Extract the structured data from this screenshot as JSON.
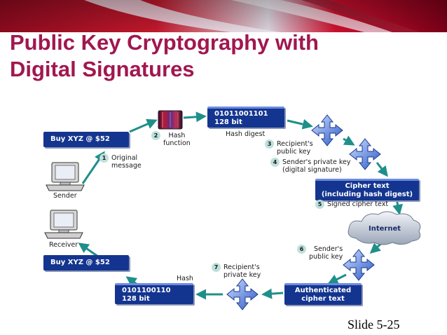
{
  "slide": {
    "title_line1": "Public Key Cryptography with",
    "title_line2": "Digital Signatures",
    "footer": "Slide 5-25"
  },
  "diagram": {
    "message_box_top": "Buy XYZ @ $52",
    "message_box_bottom": "Buy XYZ @ $52",
    "hash_digest_box": {
      "line1": "01011001101",
      "line2": "128 bit"
    },
    "hash_digest_label": "Hash digest",
    "cipher_box": {
      "line1": "Cipher text",
      "line2": "(including hash digest)"
    },
    "internet_label": "Internet",
    "authenticated_box": {
      "line1": "Authenticated",
      "line2": "cipher text"
    },
    "hash_box_bottom": {
      "line1": "0101100110",
      "line2": "128 bit"
    },
    "hash_label_bottom": "Hash",
    "sender_label": "Sender",
    "receiver_label": "Receiver",
    "steps": [
      {
        "num": "1",
        "line1": "Original",
        "line2": "message"
      },
      {
        "num": "2",
        "line1": "Hash",
        "line2": "function"
      },
      {
        "num": "3",
        "line1": "Recipient's",
        "line2": "public key"
      },
      {
        "num": "4",
        "line1": "Sender's private key",
        "line2": "(digital signature)"
      },
      {
        "num": "5",
        "line1": "Signed cipher text",
        "line2": ""
      },
      {
        "num": "6",
        "line1": "Sender's",
        "line2": "public key"
      },
      {
        "num": "7",
        "line1": "Recipient's",
        "line2": "private key"
      }
    ]
  }
}
